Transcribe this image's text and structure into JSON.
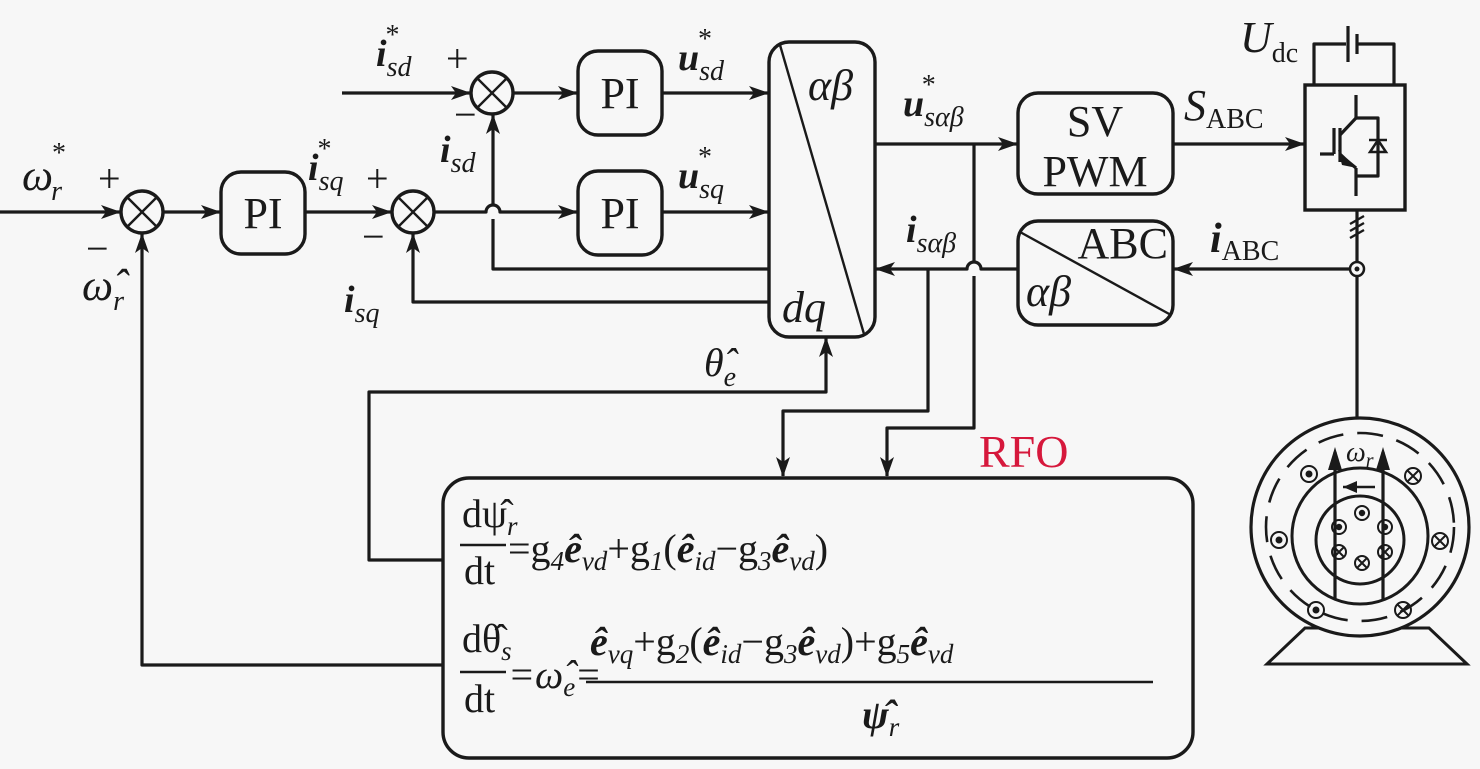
{
  "diagram": {
    "title": "RFO sensorless vector control block diagram",
    "observer_label": "RFO",
    "colors": {
      "line": "#1a1a1a",
      "background": "#f7f7f7",
      "observer_label": "#d6183c"
    },
    "signals": {
      "omega_ref": {
        "base": "ω",
        "sub": "r",
        "sup": "*"
      },
      "omega_hat": {
        "base": "ω̂",
        "sub": "r"
      },
      "isd_ref": {
        "base": "i",
        "sub": "sd",
        "sup": "*"
      },
      "isq_ref": {
        "base": "i",
        "sub": "sq",
        "sup": "*"
      },
      "isd": {
        "base": "i",
        "sub": "sd"
      },
      "isq": {
        "base": "i",
        "sub": "sq"
      },
      "usd_ref": {
        "base": "u",
        "sub": "sd",
        "sup": "*"
      },
      "usq_ref": {
        "base": "u",
        "sub": "sq",
        "sup": "*"
      },
      "us_ab_ref": {
        "base": "u",
        "sub": "sαβ",
        "sup": "*"
      },
      "is_ab": {
        "base": "i",
        "sub": "sαβ"
      },
      "theta_hat": {
        "base": "θ̂",
        "sub": "e"
      },
      "s_abc": {
        "base": "S",
        "sub": "ABC"
      },
      "i_abc": {
        "base": "i",
        "sub": "ABC"
      },
      "udc": {
        "base": "U",
        "sub": "dc"
      },
      "omega_motor": {
        "base": "ω",
        "sub": "r"
      }
    },
    "signs": {
      "plus": "+",
      "minus": "−"
    },
    "blocks": {
      "pi_speed": "PI",
      "pi_d": "PI",
      "pi_q": "PI",
      "park_top": "αβ",
      "park_bottom": "dq",
      "svpwm_line1": "SV",
      "svpwm_line2": "PWM",
      "clarke_top": "ABC",
      "clarke_bottom": "αβ"
    },
    "equations": {
      "eq1": {
        "lhs_num": "dψ̂",
        "lhs_num_sub": "r",
        "lhs_den": "dt",
        "rhs": [
          {
            "t": "=g"
          },
          {
            "t": "4",
            "sub": true
          },
          {
            "t": "ê",
            "bold": true
          },
          {
            "t": "vd",
            "sub": true
          },
          {
            "t": "+g"
          },
          {
            "t": "1",
            "sub": true
          },
          {
            "t": "("
          },
          {
            "t": "ê",
            "bold": true
          },
          {
            "t": "id",
            "sub": true
          },
          {
            "t": "−g"
          },
          {
            "t": "3",
            "sub": true
          },
          {
            "t": "ê",
            "bold": true
          },
          {
            "t": "vd",
            "sub": true
          },
          {
            "t": ")"
          }
        ]
      },
      "eq2": {
        "lhs_num": "dθ̂",
        "lhs_num_sub": "s",
        "lhs_den": "dt",
        "mid": "=ω̂",
        "mid_sub": "e",
        "eq_sign": "=",
        "numerator": [
          {
            "t": "ê",
            "bold": true
          },
          {
            "t": "vq",
            "sub": true
          },
          {
            "t": "+g"
          },
          {
            "t": "2",
            "sub": true
          },
          {
            "t": "("
          },
          {
            "t": "ê",
            "bold": true
          },
          {
            "t": "id",
            "sub": true
          },
          {
            "t": "−g"
          },
          {
            "t": "3",
            "sub": true
          },
          {
            "t": "ê",
            "bold": true
          },
          {
            "t": "vd",
            "sub": true
          },
          {
            "t": ")"
          },
          {
            "t": "+g"
          },
          {
            "t": "5",
            "sub": true
          },
          {
            "t": "ê",
            "bold": true
          },
          {
            "t": "vd",
            "sub": true
          }
        ],
        "denominator": "ψ̂",
        "denominator_sub": "r"
      }
    }
  }
}
